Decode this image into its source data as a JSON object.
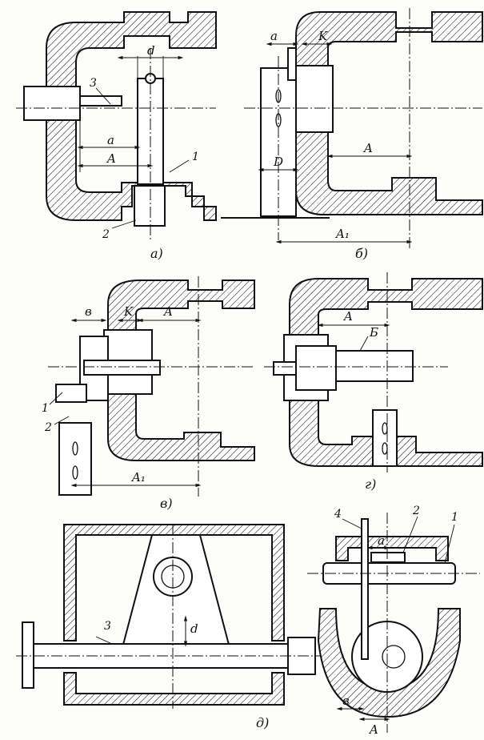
{
  "figure": {
    "panels": [
      {
        "id": "a",
        "caption": "а)",
        "labels": {
          "dim_d": "d",
          "dim_a": "a",
          "dim_A": "A",
          "part_1": "1",
          "part_2": "2",
          "part_3": "3"
        }
      },
      {
        "id": "b",
        "caption": "б)",
        "labels": {
          "dim_a": "a",
          "dim_K": "K",
          "dim_A": "A",
          "dim_D": "D",
          "dim_A1": "A₁"
        }
      },
      {
        "id": "v",
        "caption": "в)",
        "labels": {
          "dim_v": "в",
          "dim_K": "K",
          "dim_A": "A",
          "dim_A1": "A₁",
          "part_1": "1",
          "part_2": "2"
        }
      },
      {
        "id": "g",
        "caption": "г)",
        "labels": {
          "dim_A": "A",
          "mark_B": "Б"
        }
      },
      {
        "id": "d",
        "caption": "д)",
        "labels": {
          "dim_d": "d",
          "part_3": "3",
          "part_4": "4",
          "part_2": "2",
          "part_1": "1",
          "dim_a": "a",
          "dim_v": "в",
          "dim_A": "A"
        }
      }
    ]
  }
}
